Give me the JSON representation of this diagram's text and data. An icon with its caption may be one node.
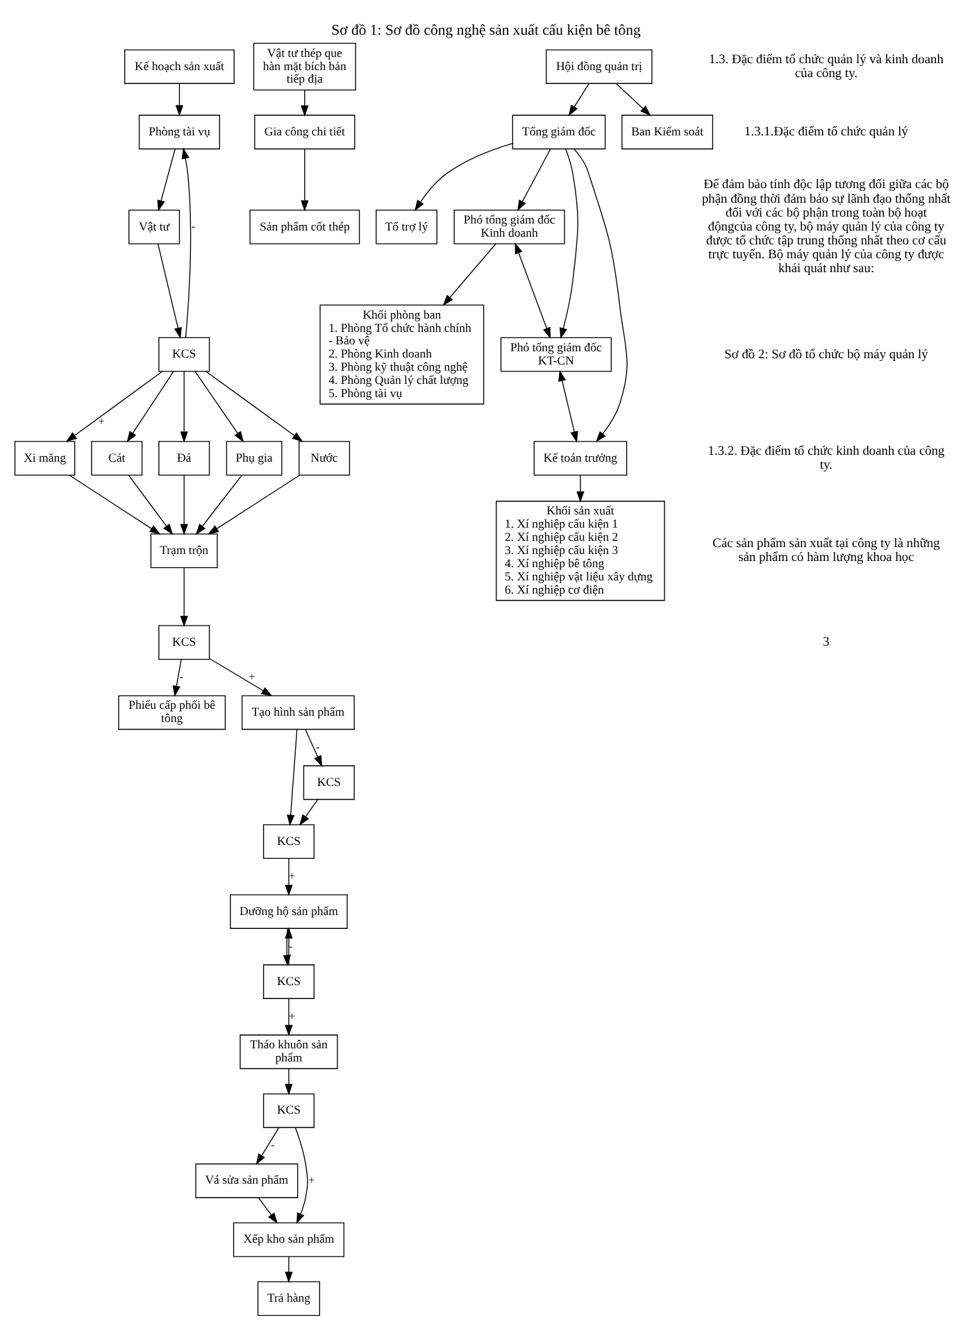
{
  "diagram": {
    "title": "Sơ đồ 1: Sơ đồ công nghệ sản xuất cấu kiện bê tông",
    "nodes": [
      {
        "text": [
          "Kế hoạch sản xuất"
        ]
      },
      {
        "text": [
          "Phòng tài vụ"
        ]
      },
      {
        "text": [
          "Vật tư"
        ]
      },
      {
        "text": [
          "KCS"
        ]
      },
      {
        "text": [
          "Xi măng"
        ]
      },
      {
        "text": [
          "Cát"
        ]
      },
      {
        "text": [
          "Đá"
        ]
      },
      {
        "text": [
          "Phụ gia"
        ]
      },
      {
        "text": [
          "Nước"
        ]
      },
      {
        "text": [
          "Phiếu cấp phối bê tông"
        ]
      },
      {
        "text": [
          "Vật tư thép que hàn mặt bích bản tiếp địa"
        ]
      },
      {
        "text": [
          "Trạm trộn"
        ]
      },
      {
        "text": [
          "KCS"
        ]
      },
      {
        "text": [
          "Tạo hình sản phẩm"
        ]
      },
      {
        "text": [
          "Gia công chi tiết"
        ]
      },
      {
        "text": [
          "KCS"
        ]
      },
      {
        "text": [
          "KCS"
        ]
      },
      {
        "text": [
          "Sản phẩm cốt thép"
        ]
      },
      {
        "text": [
          "Dưỡng hộ sản phẩm"
        ]
      },
      {
        "text": [
          "KCS"
        ]
      },
      {
        "text": [
          "Tháo khuôn sản phẩm"
        ]
      },
      {
        "text": [
          "KCS"
        ]
      },
      {
        "text": [
          "Vá sửa sản phẩm"
        ]
      },
      {
        "text": [
          "Xếp kho sản phẩm"
        ]
      },
      {
        "text": [
          "Trả hàng"
        ]
      },
      {
        "text": [
          "Hội đồng quản trị"
        ]
      },
      {
        "text": [
          "Tổng giám đốc"
        ]
      },
      {
        "text": [
          "Ban Kiểm soát"
        ]
      },
      {
        "text": [
          "Tổ trợ lý"
        ]
      },
      {
        "text": [
          "Phó tổng giám đốc Kinh doanh"
        ]
      },
      {
        "text": [
          "Phó tổng giám đốc KT-CN"
        ]
      },
      {
        "text": [
          "Kế toán trưởng"
        ]
      },
      {
        "text": [
          "Khối phòng ban",
          "1. Phòng Tổ chức hành chính",
          "- Bảo vệ",
          "2. Phòng Kinh doanh",
          "3. Phòng kỹ thuật công nghệ",
          "4. Phòng Quản lý chất lượng",
          "5. Phòng tài vụ"
        ]
      },
      {
        "text": [
          "Khối sản xuất",
          "1. Xí nghiệp cấu kiện 1",
          "2. Xí nghiệp cấu kiện 2",
          "3. Xí nghiệp cấu kiện 3",
          "4. Xí nghiệp bê tông",
          "5. Xí nghiệp vật liệu xây dựng",
          "6. Xí nghiệp cơ điện"
        ]
      }
    ],
    "edges": [
      {
        "from": 0,
        "to": 1,
        "arrow": "to"
      },
      {
        "from": 1,
        "to": 2,
        "arrow": "to"
      },
      {
        "from": 2,
        "to": 3,
        "arrow": "to"
      },
      {
        "from": 3,
        "to": 1,
        "arrow": "to",
        "label": "-"
      },
      {
        "from": 3,
        "to": 4,
        "arrow": "to",
        "label": "+"
      },
      {
        "from": 3,
        "to": 5,
        "arrow": "to"
      },
      {
        "from": 3,
        "to": 6,
        "arrow": "to"
      },
      {
        "from": 3,
        "to": 7,
        "arrow": "to"
      },
      {
        "from": 3,
        "to": 8,
        "arrow": "to"
      },
      {
        "from": 4,
        "to": 11,
        "arrow": "to"
      },
      {
        "from": 5,
        "to": 11,
        "arrow": "to"
      },
      {
        "from": 6,
        "to": 11,
        "arrow": "to"
      },
      {
        "from": 7,
        "to": 11,
        "arrow": "to"
      },
      {
        "from": 8,
        "to": 11,
        "arrow": "to"
      },
      {
        "from": 11,
        "to": 12,
        "arrow": "to"
      },
      {
        "from": 12,
        "to": 9,
        "arrow": "to",
        "label": "-"
      },
      {
        "from": 12,
        "to": 13,
        "arrow": "to",
        "label": "+"
      },
      {
        "from": 10,
        "to": 14,
        "arrow": "to"
      },
      {
        "from": 14,
        "to": 17,
        "arrow": "to"
      },
      {
        "from": 13,
        "to": 15,
        "arrow": "to"
      },
      {
        "from": 13,
        "to": 16,
        "arrow": "to",
        "label": "-"
      },
      {
        "from": 16,
        "to": 15,
        "arrow": "to"
      },
      {
        "from": 15,
        "to": 18,
        "arrow": "to",
        "label": "+"
      },
      {
        "from": 18,
        "to": 19,
        "arrow": "to"
      },
      {
        "from": 19,
        "to": 18,
        "arrow": "to",
        "label": "-"
      },
      {
        "from": 19,
        "to": 20,
        "arrow": "to",
        "label": "+"
      },
      {
        "from": 20,
        "to": 21,
        "arrow": "to"
      },
      {
        "from": 21,
        "to": 22,
        "arrow": "to",
        "label": "-"
      },
      {
        "from": 21,
        "to": 23,
        "arrow": "to",
        "label": "+"
      },
      {
        "from": 22,
        "to": 23,
        "arrow": "to"
      },
      {
        "from": 23,
        "to": 24,
        "arrow": "to"
      },
      {
        "from": 25,
        "to": 27,
        "arrow": "to"
      },
      {
        "from": 25,
        "to": 26,
        "arrow": "to"
      },
      {
        "from": 26,
        "to": 28,
        "arrow": "to"
      },
      {
        "from": 26,
        "to": 29,
        "arrow": "to"
      },
      {
        "from": 26,
        "to": 30,
        "arrow": "to"
      },
      {
        "from": 26,
        "to": 31,
        "arrow": "to"
      },
      {
        "from": 29,
        "to": 30,
        "arrow": "both"
      },
      {
        "from": 30,
        "to": 31,
        "arrow": "both"
      },
      {
        "from": 29,
        "to": 32,
        "arrow": "to"
      },
      {
        "from": 31,
        "to": 33,
        "arrow": "to"
      }
    ],
    "labels": [
      "1.3. Đặc điểm tổ chức quản lý và kinh doanh của công ty.",
      "1.3.1.Đặc điểm tổ chức quản lý",
      "Để đảm bảo tính độc lập tương đối giữa các bộ phận đồng thời đảm bảo sự lãnh đạo thống nhất đối với các bộ phận trong toàn bộ hoạt độngcủa công ty, bộ máy quản lý của công ty được tổ chức tập trung thống nhất theo cơ cấu trực tuyến. Bộ máy quản lý của công ty được khái quát như sau:",
      "Sơ đồ 2: Sơ đồ tổ chức bộ máy quản lý",
      "1.3.2. Đặc điểm tổ chức kinh doanh của công ty.",
      "Các sản phẩm sản xuất tại công ty là những sản phẩm có hàm lượng khoa học",
      "3"
    ]
  }
}
